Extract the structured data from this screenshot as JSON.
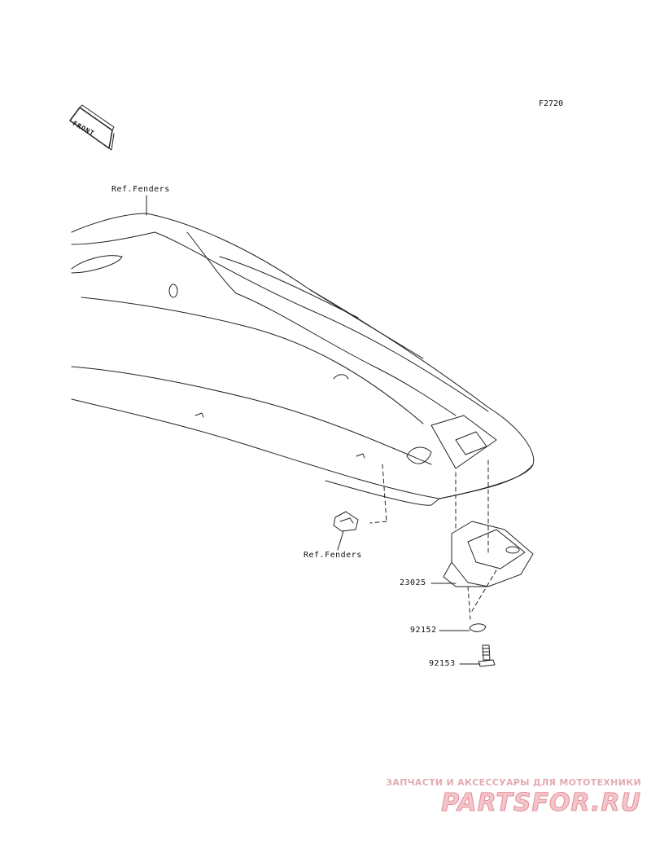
{
  "figure_code": "F2720",
  "front_label": "FRONT",
  "ref_top": "Ref.Fenders",
  "ref_bottom": "Ref.Fenders",
  "parts": {
    "p1": "23025",
    "p2": "92152",
    "p3": "92153"
  },
  "watermark": {
    "tagline": "ЗАПЧАСТИ И АКСЕССУАРЫ ДЛЯ МОТОТЕХНИКИ",
    "logo": "PARTSFOR.RU"
  }
}
